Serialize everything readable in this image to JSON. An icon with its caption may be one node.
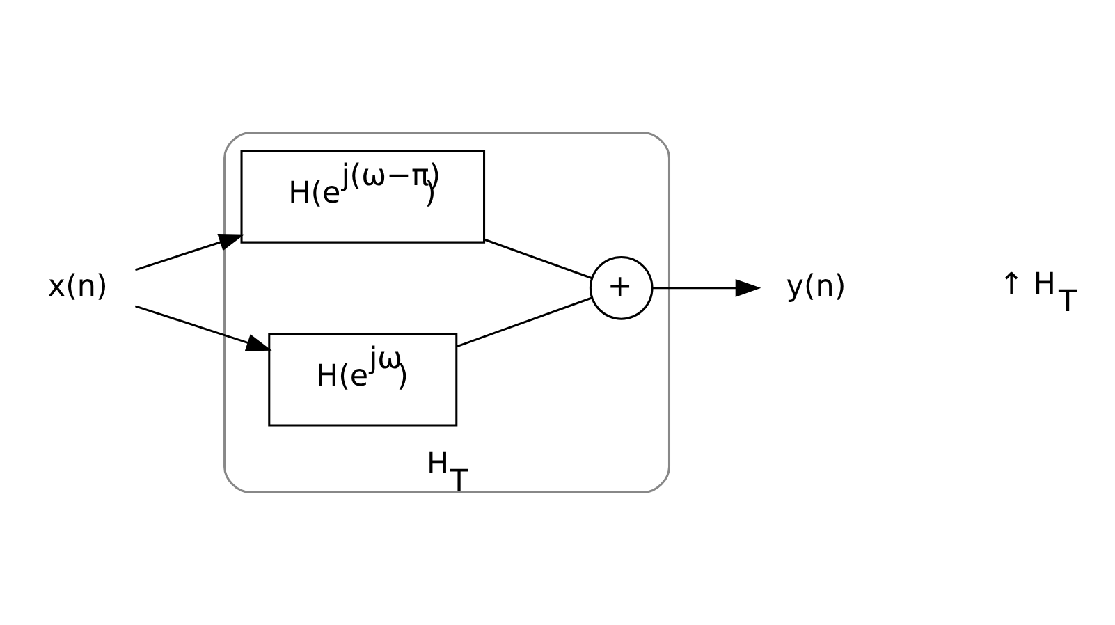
{
  "diagram": {
    "nodes": [
      {
        "text": [
          "H$_{T}$"
        ]
      },
      {
        "text": [
          "H(e$^{j(ω−π)}$)"
        ],
        "in": 0
      },
      {
        "text": [
          "H(e$^{jω}$)"
        ],
        "in": 0
      },
      {
        "text": [
          "+"
        ],
        "in": 0
      },
      {
        "text": [
          "x(n)"
        ]
      },
      {
        "text": [
          "y(n)"
        ]
      }
    ],
    "edges": [
      {
        "from": 4,
        "to": 1,
        "arrow": "to"
      },
      {
        "from": 4,
        "to": 2,
        "arrow": "to"
      },
      {
        "from": 1,
        "to": 3,
        "arrow": "none"
      },
      {
        "from": 2,
        "to": 3,
        "arrow": "none"
      },
      {
        "from": 3,
        "to": 5,
        "arrow": "to"
      }
    ],
    "labels": [
      "↑ H$_{T}$"
    ]
  }
}
